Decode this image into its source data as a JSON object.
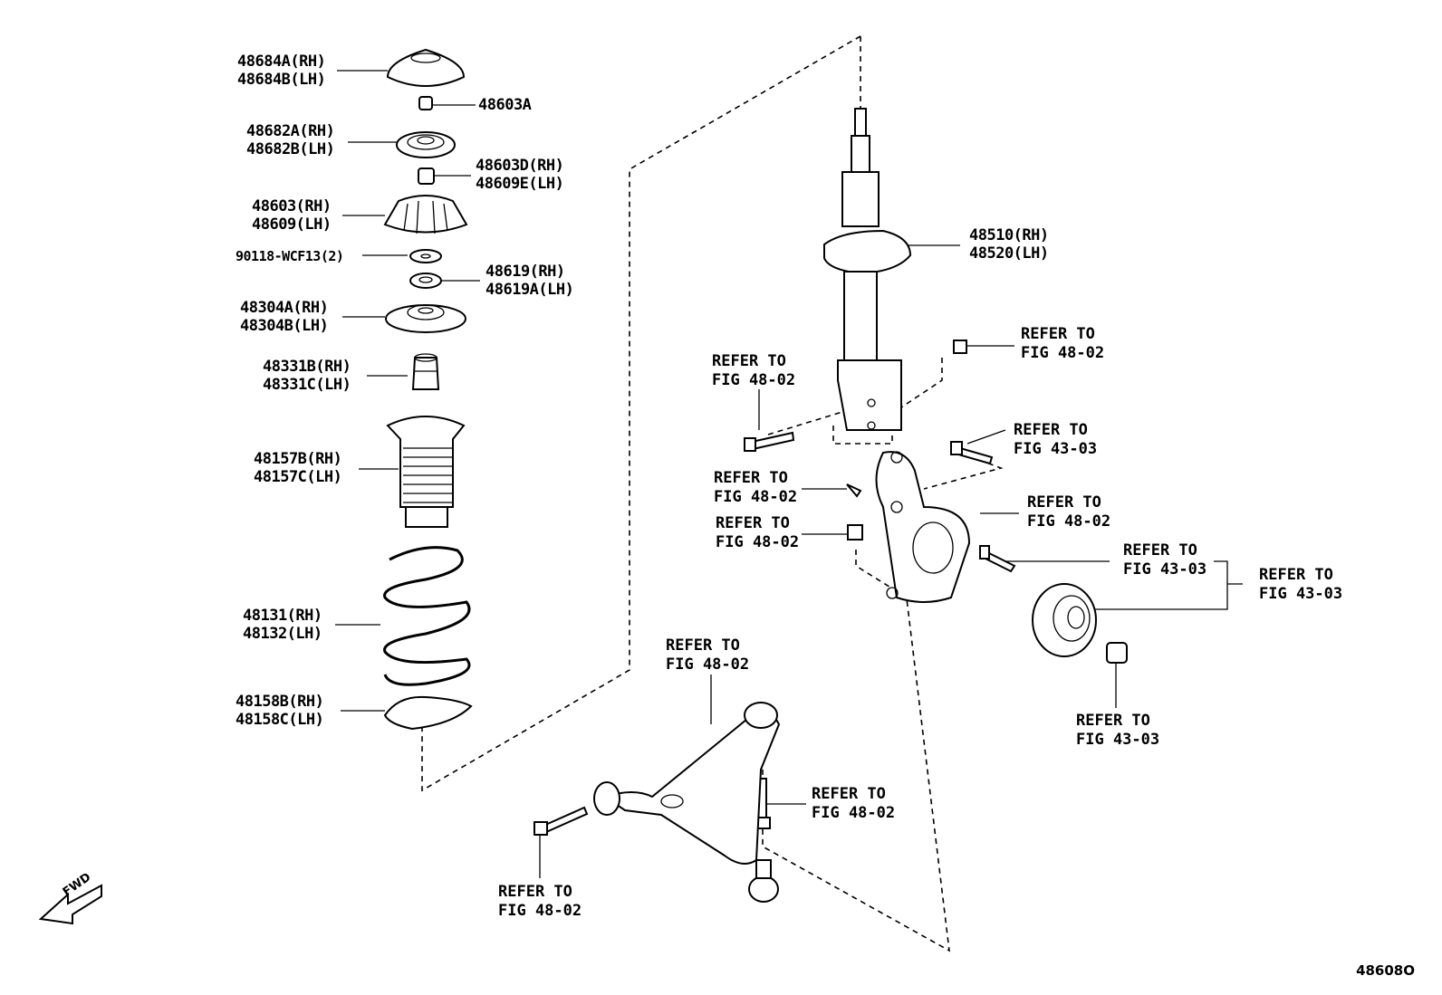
{
  "parts": {
    "upper_mount_cap": [
      "48684A(RH)",
      "48684B(LH)"
    ],
    "nut": "48603A",
    "bearing": [
      "48682A(RH)",
      "48682B(LH)"
    ],
    "support_nut": [
      "48603D(RH)",
      "48609E(LH)"
    ],
    "upper_support": [
      "48603(RH)",
      "48609(LH)"
    ],
    "washer": "90118-WCF13(2)",
    "collar": [
      "48619(RH)",
      "48619A(LH)"
    ],
    "spring_seat": [
      "48304A(RH)",
      "48304B(LH)"
    ],
    "bump_stopper": [
      "48331B(RH)",
      "48331C(LH)"
    ],
    "dust_boot": [
      "48157B(RH)",
      "48157C(LH)"
    ],
    "coil_spring": [
      "48131(RH)",
      "48132(LH)"
    ],
    "lower_insulator": [
      "48158B(RH)",
      "48158C(LH)"
    ],
    "strut_absorber": [
      "48510(RH)",
      "48520(LH)"
    ]
  },
  "refs": {
    "strut_nut": [
      "REFER TO",
      "FIG 48-02"
    ],
    "strut_bolt": [
      "REFER TO",
      "FIG 48-02"
    ],
    "knuckle_bolt": [
      "REFER TO",
      "FIG 43-03"
    ],
    "stab_link": [
      "REFER TO",
      "FIG 48-02"
    ],
    "lower_nut": [
      "REFER TO",
      "FIG 48-02"
    ],
    "knuckle_arm": [
      "REFER TO",
      "FIG 48-02"
    ],
    "hub_bolt": [
      "REFER TO",
      "FIG 43-03"
    ],
    "hub": [
      "REFER TO",
      "FIG 43-03"
    ],
    "lower_arm": [
      "REFER TO",
      "FIG 48-02"
    ],
    "hub_nut": [
      "REFER TO",
      "FIG 43-03"
    ],
    "ball_joint_bolt": [
      "REFER TO",
      "FIG 48-02"
    ],
    "arm_bolt": [
      "REFER TO",
      "FIG 48-02"
    ]
  },
  "fwd_label": "FWD",
  "figure_id": "48608O"
}
